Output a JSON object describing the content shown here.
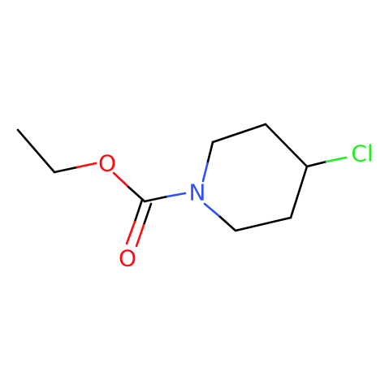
{
  "molecule": {
    "atoms": {
      "oxygen_ester": "O",
      "oxygen_carbonyl": "O",
      "nitrogen": "N",
      "chlorine": "Cl"
    }
  },
  "colors": {
    "carbon_bond": "#000000",
    "oxygen": "#ff0d0d",
    "nitrogen": "#3050f8",
    "chlorine": "#1ff01f",
    "background": "#ffffff"
  }
}
